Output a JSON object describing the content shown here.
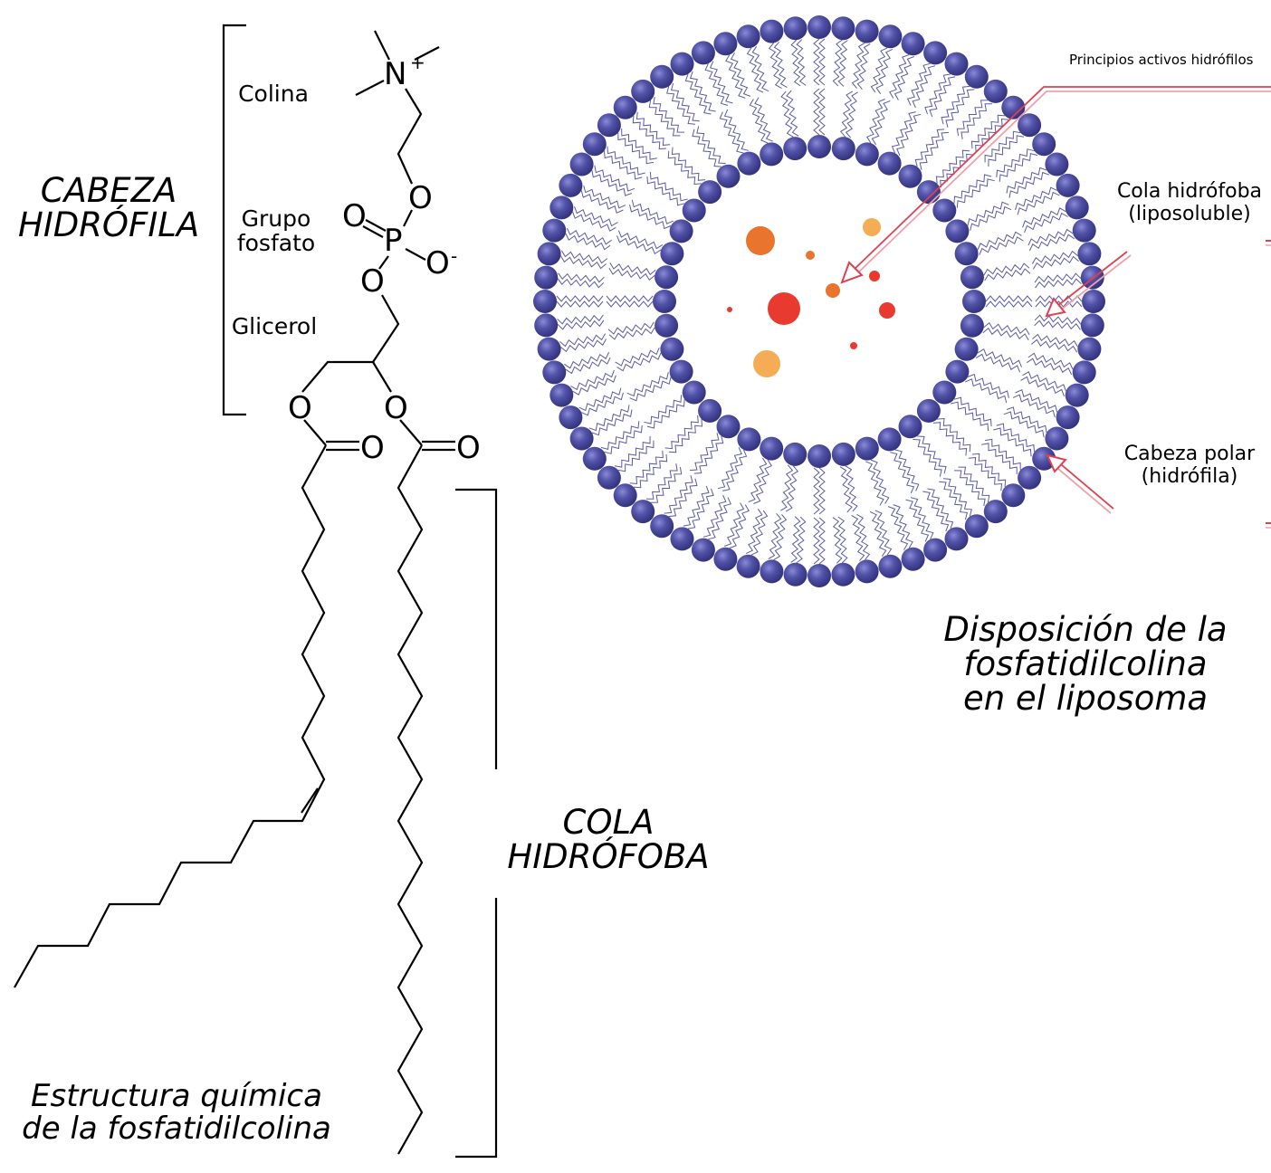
{
  "left_diagram": {
    "head_label_line1": "CABEZA",
    "head_label_line2": "HIDRÓFILA",
    "colina": "Colina",
    "grupo_fosfato_line1": "Grupo",
    "grupo_fosfato_line2": "fosfato",
    "glicerol": "Glicerol",
    "tail_label_line1": "COLA",
    "tail_label_line2": "HIDRÓFOBA",
    "caption_line1": "Estructura química",
    "caption_line2": "de la fosfatidilcolina",
    "atoms": {
      "nitrogen": "N",
      "nitrogen_charge": "+",
      "phosphorus": "P",
      "oxygen": "O",
      "oxygen_charge": "-"
    }
  },
  "right_diagram": {
    "hydrophilic_actives": "Principios activos hidrófilos",
    "tail_line1": "Cola hidrófoba",
    "tail_line2": "(liposoluble)",
    "head_line1": "Cabeza polar",
    "head_line2": "(hidrófila)",
    "caption_line1": "Disposición de la",
    "caption_line2": "fosfatidilcolina",
    "caption_line3": "en el liposoma"
  },
  "colors": {
    "head_sphere": "#4a4aa0",
    "tail_line": "#5a5aa8",
    "arrow": "#e04050",
    "drop_orange": "#e8742e",
    "drop_red": "#e83a2e",
    "drop_light": "#f5ad55"
  }
}
